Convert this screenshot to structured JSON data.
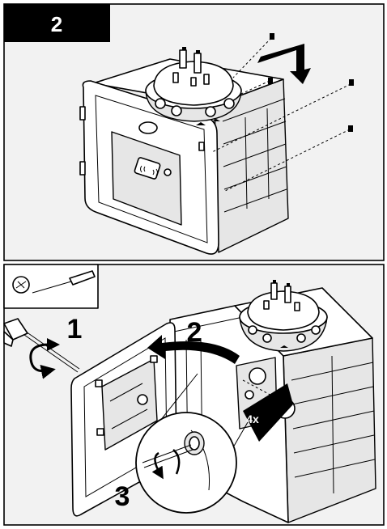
{
  "step_badge": "2",
  "callouts": {
    "step_1": "1",
    "step_2": "2",
    "step_3": "3",
    "screw_count": "4x"
  },
  "icons": {
    "tool": "screwdriver-icon",
    "nfc": "nfc-icon",
    "rotate": "rotate-arrow-icon"
  },
  "colors": {
    "panel_background": "#f2f2f2",
    "outline": "#000000",
    "badge_text": "#ffffff"
  }
}
